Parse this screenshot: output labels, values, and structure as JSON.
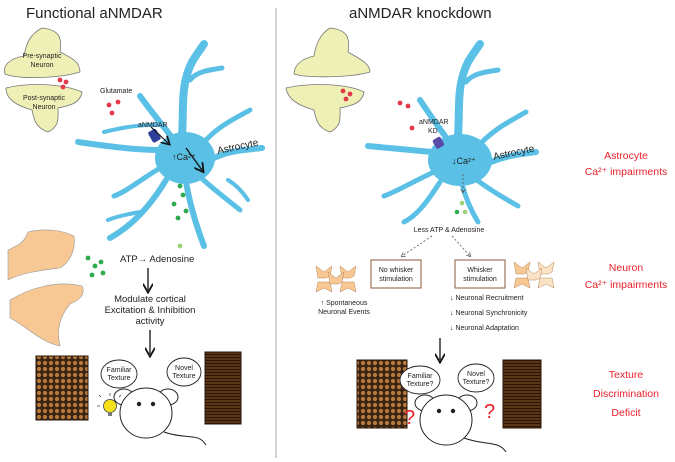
{
  "left": {
    "title": "Functional aNMDAR",
    "pre_synaptic": [
      "Pre-synaptic",
      "Neuron"
    ],
    "post_synaptic": [
      "Post-synaptic",
      "Neuron"
    ],
    "glutamate": "Glutamate",
    "receptor": "aNMDAR",
    "calcium": "↑Ca²⁺",
    "astrocyte": "Astrocyte",
    "atp_adenosine": "ATP→ Adenosine",
    "modulate": [
      "Modulate cortical",
      "Excitation & Inhibition",
      "activity"
    ],
    "familiar": [
      "Familiar",
      "Texture"
    ],
    "novel": [
      "Novel",
      "Texture"
    ]
  },
  "right": {
    "title": "aNMDAR knockdown",
    "receptor": [
      "aNMDAR",
      "KD"
    ],
    "calcium": "↓Ca²⁺",
    "astrocyte": "Astrocyte",
    "less_atp": "Less ATP & Adenosine",
    "no_whisker": [
      "No whisker",
      "stimulation"
    ],
    "whisker": [
      "Whisker",
      "stimulation"
    ],
    "spontaneous": [
      "↑ Spontaneous",
      "Neuronal Events"
    ],
    "effects": [
      "↓ Neuronal Recruitment",
      "↓ Neuronal Synchronicity",
      "↓ Neuronal Adaptation"
    ],
    "familiar": [
      "Familiar",
      "Texture?"
    ],
    "novel": [
      "Novel",
      "Texture?"
    ],
    "question_mark": "?"
  },
  "outcomes": {
    "astrocyte": [
      "Astrocyte",
      "Ca²⁺ impairments"
    ],
    "neuron": [
      "Neuron",
      "Ca²⁺ impairments"
    ],
    "texture": [
      "Texture",
      "Discrimination",
      "Deficit"
    ]
  },
  "colors": {
    "astrocyte": "#5bc0e6",
    "presynaptic": "#eef0b5",
    "neuron": "#f7c894",
    "glutamate": "#e23a4a",
    "atp": "#2eaa4f",
    "receptor": "#2d3f9b",
    "receptor_kd": "#5a4aa8",
    "texture_dark": "#3b2414",
    "texture_dots": "#b87a3c",
    "highlight": "#e8202a",
    "bulb": "#f4e11c"
  }
}
